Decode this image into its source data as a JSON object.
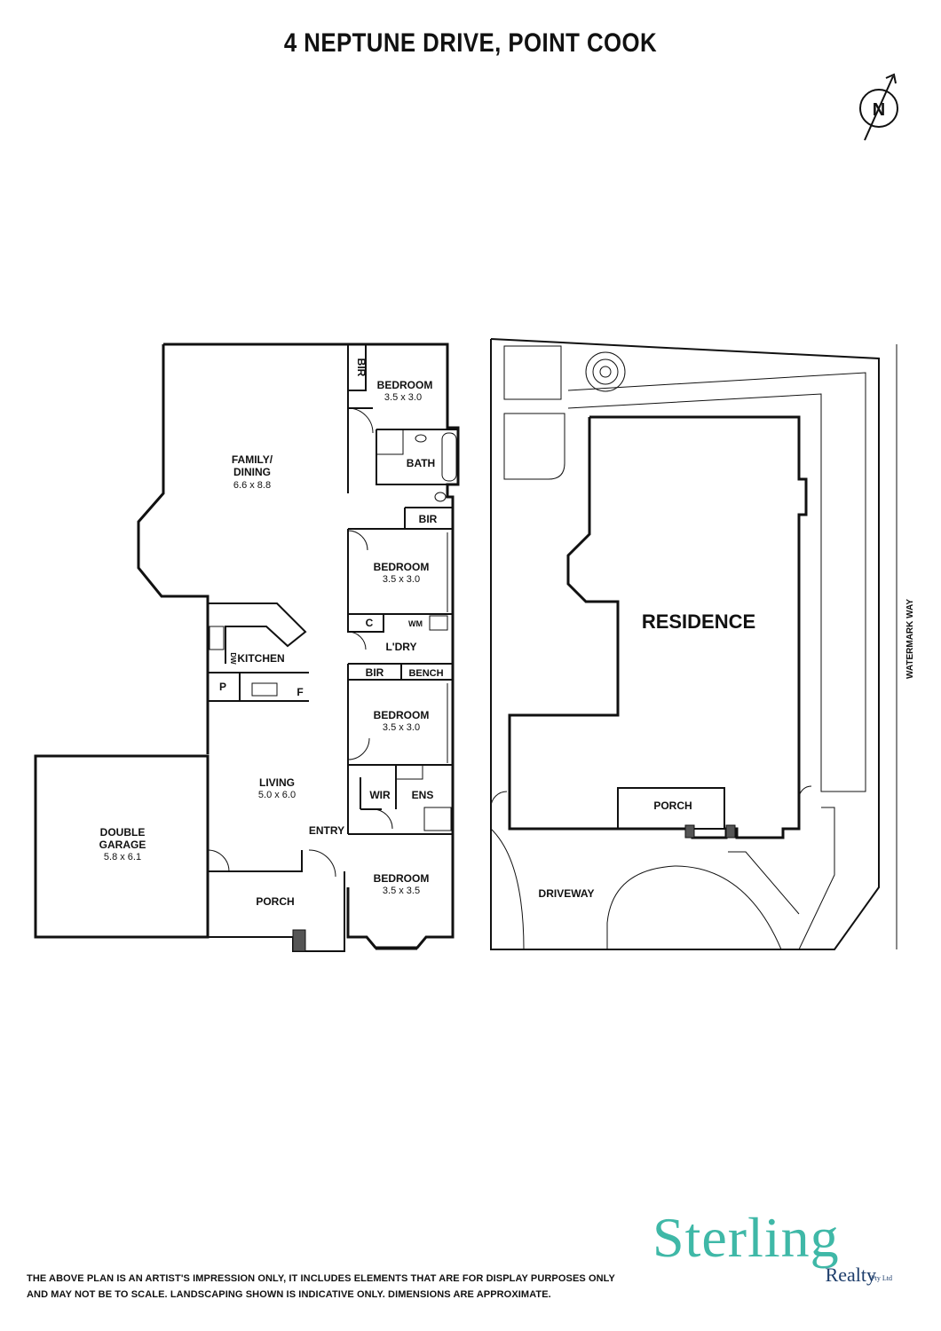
{
  "title": "4 NEPTUNE DRIVE, POINT COOK",
  "compass": {
    "label": "N"
  },
  "floor_plan": {
    "rooms": {
      "bedroom_1": {
        "name": "BEDROOM",
        "dims": "3.5 x 3.0"
      },
      "bir_1": {
        "name": "BIR"
      },
      "bath": {
        "name": "BATH"
      },
      "family_dining": {
        "name_line1": "FAMILY/",
        "name_line2": "DINING",
        "dims": "6.6 x 8.8"
      },
      "bir_2": {
        "name": "BIR"
      },
      "bedroom_2": {
        "name": "BEDROOM",
        "dims": "3.5 x 3.0"
      },
      "cupboard": {
        "name": "C"
      },
      "wm": {
        "name": "WM"
      },
      "laundry": {
        "name": "L'DRY"
      },
      "kitchen": {
        "name": "KITCHEN"
      },
      "dw": {
        "name": "DW"
      },
      "pantry": {
        "name": "P"
      },
      "fridge": {
        "name": "F"
      },
      "bir_3": {
        "name": "BIR"
      },
      "bench": {
        "name": "BENCH"
      },
      "bedroom_3": {
        "name": "BEDROOM",
        "dims": "3.5 x 3.0"
      },
      "living": {
        "name": "LIVING",
        "dims": "5.0 x 6.0"
      },
      "wir": {
        "name": "WIR"
      },
      "ens": {
        "name": "ENS"
      },
      "entry": {
        "name": "ENTRY"
      },
      "double_garage": {
        "name_line1": "DOUBLE",
        "name_line2": "GARAGE",
        "dims": "5.8 x 6.1"
      },
      "bedroom_4": {
        "name": "BEDROOM",
        "dims": "3.5 x 3.5"
      },
      "porch": {
        "name": "PORCH"
      }
    }
  },
  "site_plan": {
    "residence": "RESIDENCE",
    "porch": "PORCH",
    "driveway": "DRIVEWAY",
    "street": "WATERMARK WAY"
  },
  "disclaimer": {
    "line1": "THE ABOVE PLAN IS AN ARTIST'S IMPRESSION ONLY, IT INCLUDES ELEMENTS THAT ARE FOR DISPLAY PURPOSES ONLY",
    "line2": "AND MAY NOT BE TO SCALE. LANDSCAPING SHOWN IS INDICATIVE ONLY. DIMENSIONS ARE APPROXIMATE."
  },
  "brand": {
    "name": "Sterling",
    "sub": "Realty",
    "suffix": "Pty Ltd",
    "color": "#3fb8a7",
    "sub_color": "#1d3d6b"
  }
}
